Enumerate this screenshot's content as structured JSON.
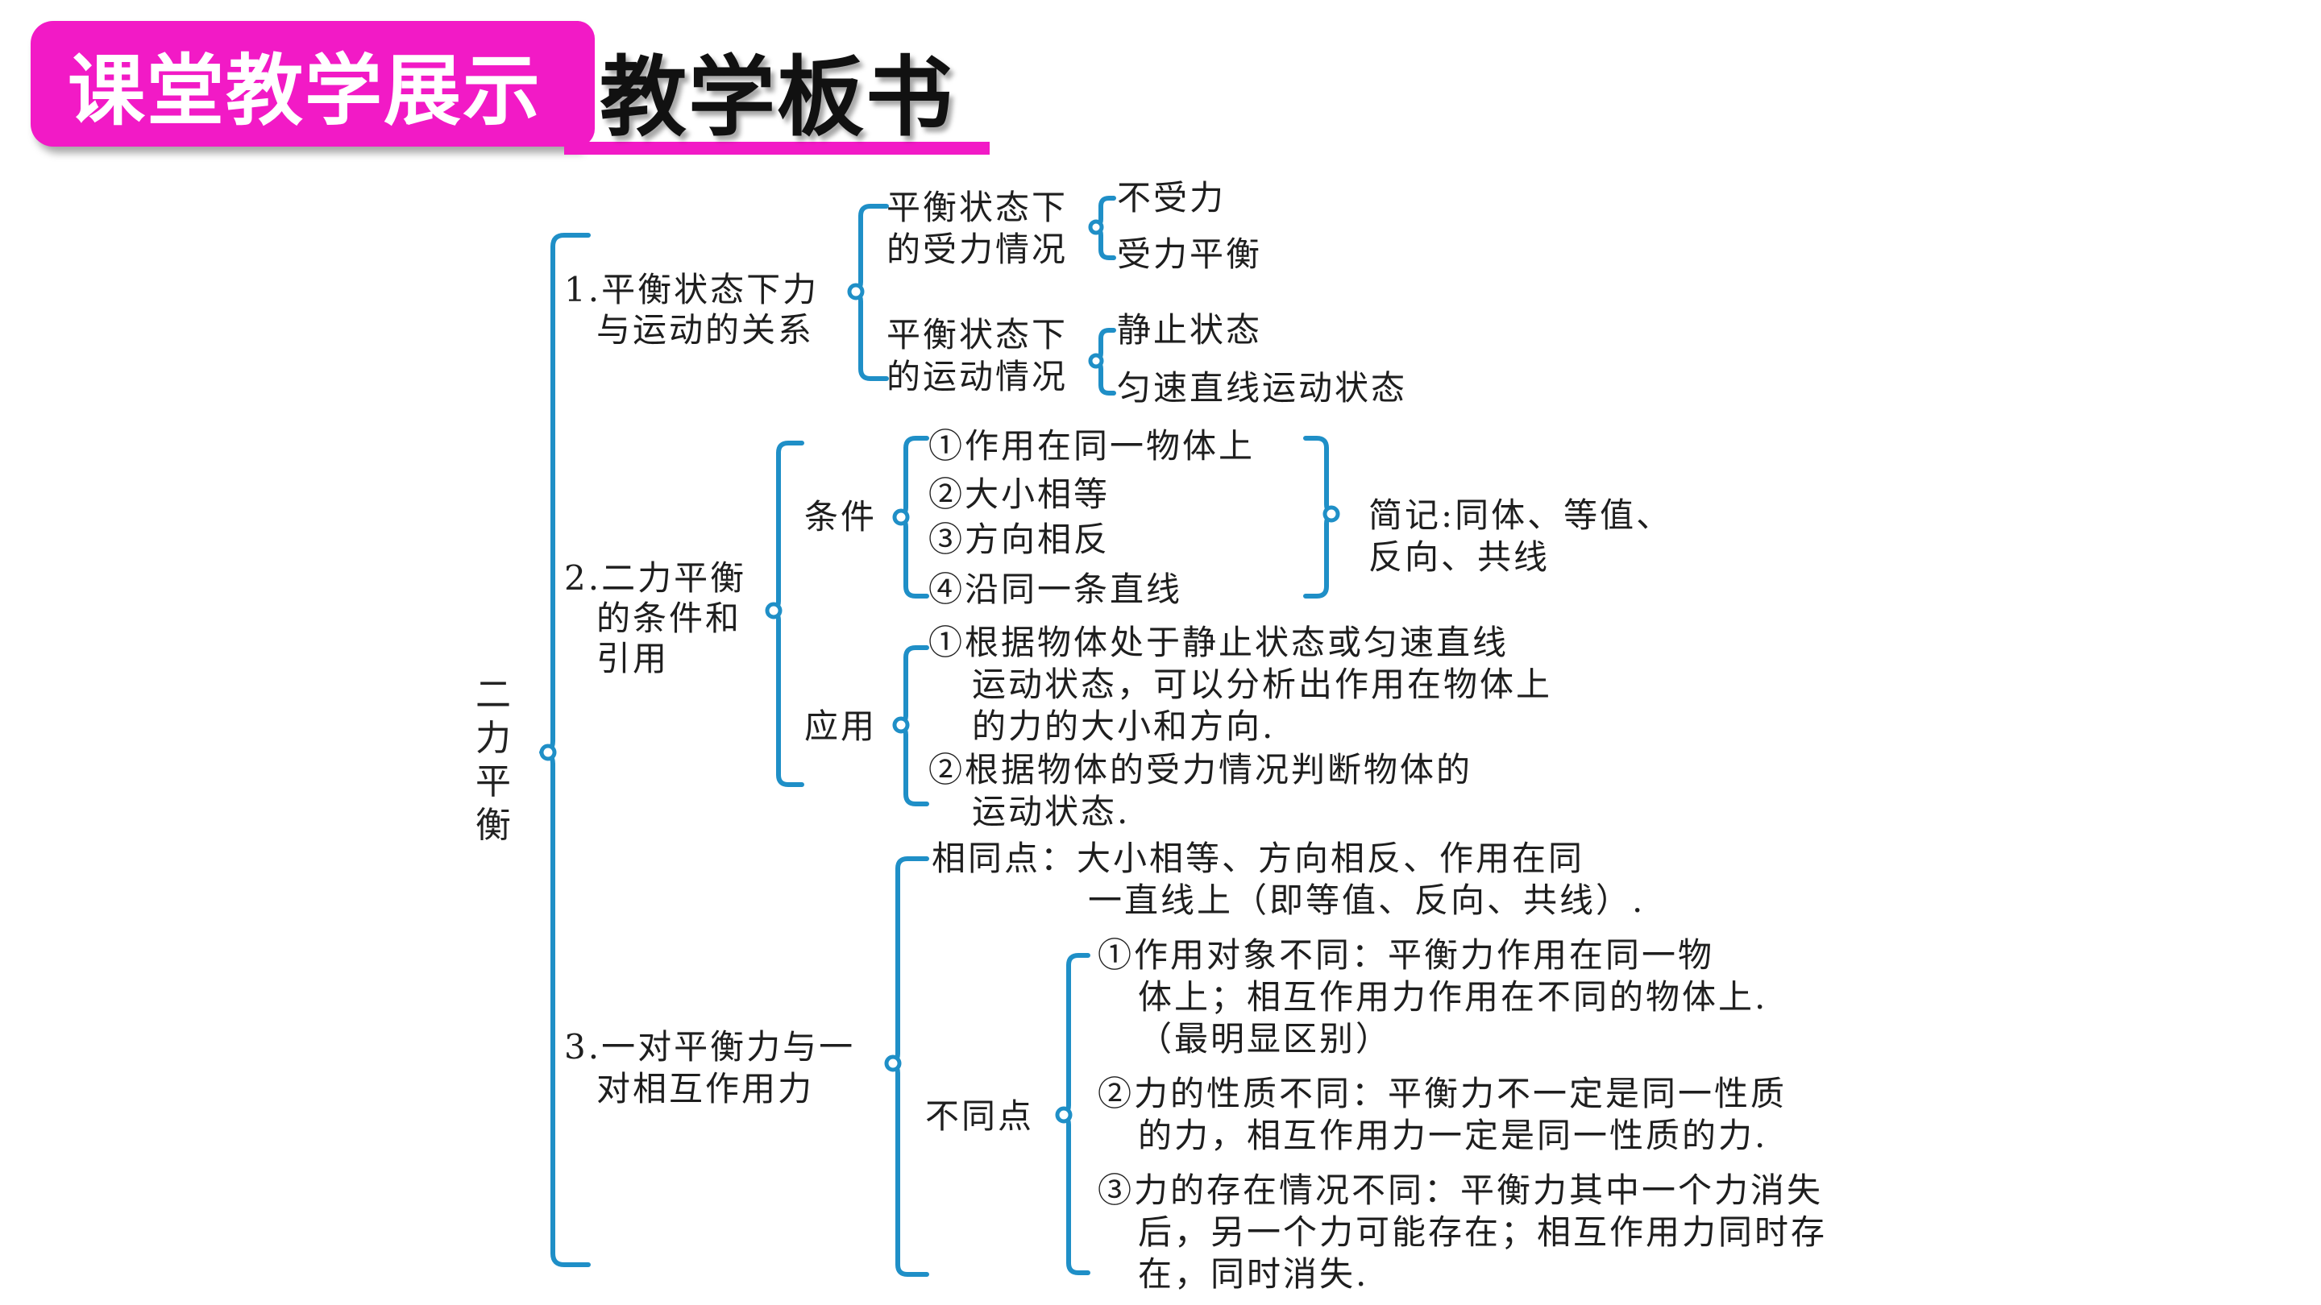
{
  "header": {
    "tab_label": "课堂教学展示",
    "title": "教学板书",
    "accent_color": "#f21ac6"
  },
  "diagram": {
    "line_color": "#1f8fc7",
    "root": "二力平衡",
    "b1": {
      "label_line1": "1.平衡状态下力",
      "label_line2": "与运动的关系",
      "sub1_line1": "平衡状态下",
      "sub1_line2": "的受力情况",
      "sub1_leaf1": "不受力",
      "sub1_leaf2": "受力平衡",
      "sub2_line1": "平衡状态下",
      "sub2_line2": "的运动情况",
      "sub2_leaf1": "静止状态",
      "sub2_leaf2": "匀速直线运动状态"
    },
    "b2": {
      "label_line1": "2.二力平衡",
      "label_line2": "的条件和",
      "label_line3": "引用",
      "cond_label": "条件",
      "cond_items": [
        "①作用在同一物体上",
        "②大小相等",
        "③方向相反",
        "④沿同一条直线"
      ],
      "summary_line1": "简记:同体、等值、",
      "summary_line2": "反向、共线",
      "app_label": "应用",
      "app_lines": [
        "①根据物体处于静止状态或匀速直线",
        "运动状态，可以分析出作用在物体上",
        "的力的大小和方向.",
        "②根据物体的受力情况判断物体的",
        "运动状态."
      ]
    },
    "b3": {
      "label_line1": "3.一对平衡力与一",
      "label_line2": "对相互作用力",
      "same_line1": "相同点：大小相等、方向相反、作用在同",
      "same_line2": "一直线上（即等值、反向、共线）.",
      "diff_label": "不同点",
      "diff_lines": [
        "①作用对象不同：平衡力作用在同一物",
        "体上；相互作用力作用在不同的物体上.",
        "（最明显区别）",
        "②力的性质不同：平衡力不一定是同一性质",
        "的力，相互作用力一定是同一性质的力.",
        "③力的存在情况不同：平衡力其中一个力消失",
        "后，另一个力可能存在；相互作用力同时存",
        "在，同时消失."
      ]
    }
  }
}
